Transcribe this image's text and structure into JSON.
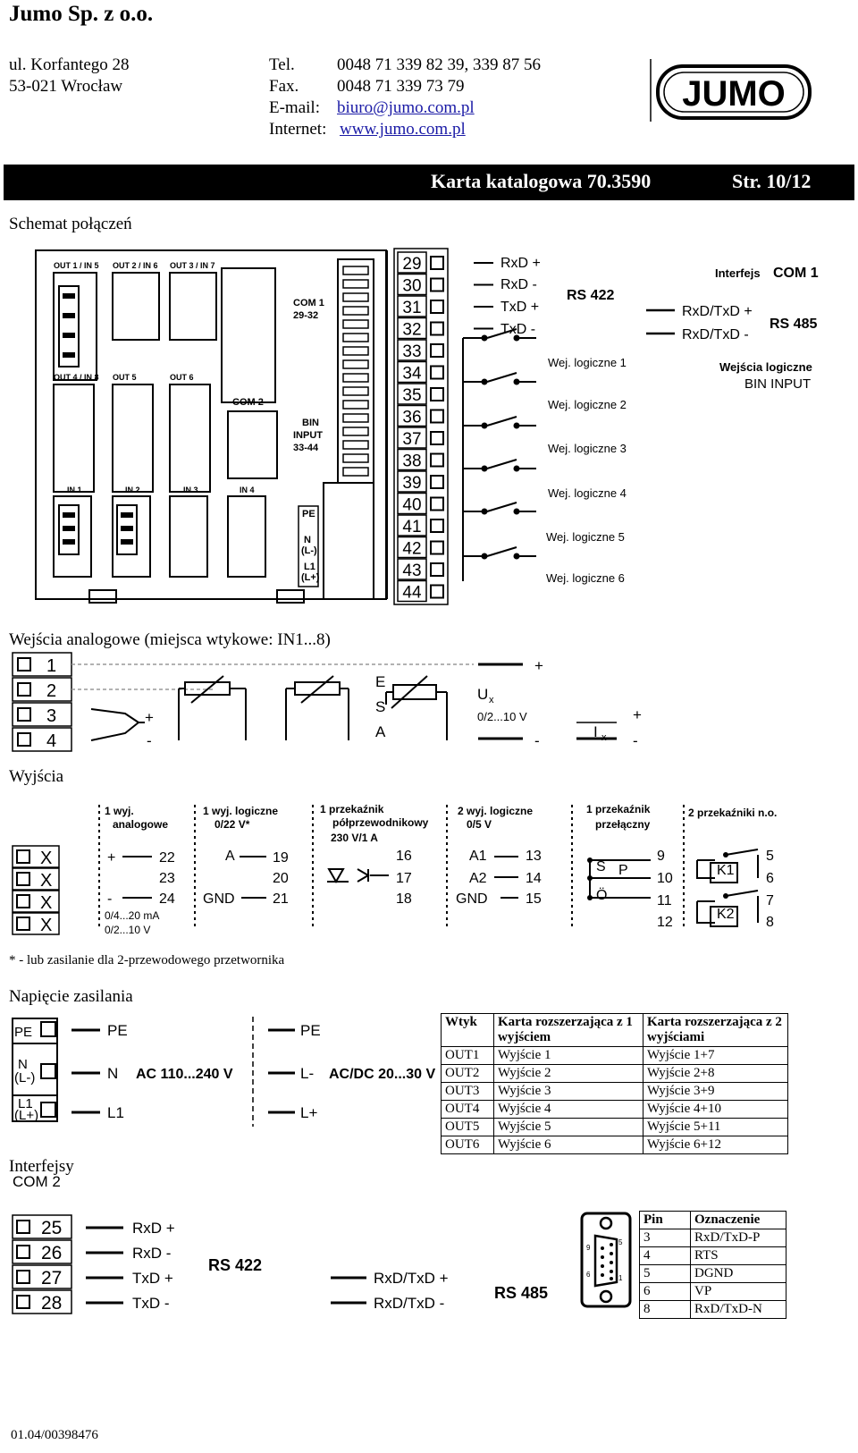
{
  "header": {
    "company": "Jumo Sp. z o.o.",
    "street": "ul. Korfantego 28",
    "city": "53-021 Wrocław",
    "tel_label": "Tel.",
    "tel": "0048 71 339 82 39, 339 87 56",
    "fax_label": "Fax.",
    "fax": "0048 71 339 73 79",
    "email_label": "E-mail:",
    "email": "biuro@jumo.com.pl",
    "web_label": "Internet:",
    "web": "www.jumo.com.pl",
    "logo": "JUMO"
  },
  "bar": {
    "sheet": "Karta katalogowa 70.3590",
    "page": "Str. 10/12"
  },
  "sections": {
    "schema": "Schemat połączeń",
    "analog": "Wejścia analogowe (miejsca wtykowe: IN1...8)",
    "outputs": "Wyjścia",
    "note": "* - lub zasilanie dla 2-przewodowego przetwornika",
    "power": "Napięcie zasilania",
    "interfaces": "Interfejsy",
    "com2": "COM 2"
  },
  "board": {
    "slots_top": [
      "OUT 1 / IN 5",
      "OUT 2 / IN 6",
      "OUT 3 / IN 7"
    ],
    "slots_mid": [
      "OUT 4 / IN 8",
      "OUT 5",
      "OUT 6"
    ],
    "slots_bot": [
      "IN 1",
      "IN 2",
      "IN 3",
      "IN 4"
    ],
    "com1": "COM 1",
    "com1_range": "29-32",
    "com2": "COM 2",
    "bin1": "BIN",
    "bin2": "INPUT",
    "bin3": "33-44",
    "pe": "PE",
    "n": "N",
    "ln": "(L-)",
    "l1": "L1",
    "lp": "(L+)"
  },
  "terminals": [
    "29",
    "30",
    "31",
    "32",
    "33",
    "34",
    "35",
    "36",
    "37",
    "38",
    "39",
    "40",
    "41",
    "42",
    "43",
    "44"
  ],
  "com1_signals": [
    "RxD +",
    "RxD -",
    "TxD +",
    "TxD -"
  ],
  "rs422": "RS 422",
  "rs485": "RS 485",
  "interfejs_com1": "Interfejs",
  "com1_bold": "COM 1",
  "rs485_signals": [
    "RxD/TxD +",
    "RxD/TxD -"
  ],
  "bin_title1": "Wejścia logiczne",
  "bin_title2": "BIN INPUT",
  "logic_inputs": [
    "Wej. logiczne 1",
    "Wej. logiczne 2",
    "Wej. logiczne 3",
    "Wej. logiczne 4",
    "Wej. logiczne 5",
    "Wej. logiczne 6"
  ],
  "analog_inputs": {
    "terms": [
      "1",
      "2",
      "3",
      "4"
    ],
    "plus": "+",
    "minus": "-",
    "e": "E",
    "s": "S",
    "a": "A",
    "ux": "U",
    "ux_sub": "x",
    "ux_range": "0/2...10 V",
    "ix": "I",
    "ix_sub": "x"
  },
  "outputs": {
    "x": "X",
    "g1": [
      "1 wyj.",
      "analogowe"
    ],
    "g1_pins": [
      "22",
      "23",
      "24"
    ],
    "g1_range": [
      "0/4...20 mA",
      "0/2...10 V"
    ],
    "g2": [
      "1 wyj. logiczne",
      "0/22 V*"
    ],
    "g2_pins": [
      "19",
      "20",
      "21"
    ],
    "g2_a": "A",
    "g2_gnd": "GND",
    "g3": [
      "1 przekaźnik",
      "półprzewodnikowy",
      "230 V/1 A"
    ],
    "g3_pins": [
      "16",
      "17",
      "18"
    ],
    "g4": [
      "2 wyj. logiczne",
      "0/5 V"
    ],
    "g4_pins": [
      "13",
      "14",
      "15"
    ],
    "g4_labels": [
      "A1",
      "A2",
      "GND"
    ],
    "g5": [
      "1 przekaźnik",
      "przełączny"
    ],
    "g5_pins": [
      "9",
      "10",
      "11",
      "12"
    ],
    "g5_s": "S",
    "g5_p": "P",
    "g5_o": "Ö",
    "g6": "2 przekaźniki n.o.",
    "g6_pins": [
      "5",
      "6",
      "7",
      "8"
    ],
    "k1": "K1",
    "k2": "K2"
  },
  "power": {
    "pe": "PE",
    "n": "N",
    "ln": "(L-)",
    "l1": "L1",
    "lp": "(L+)",
    "ac_labels": [
      "PE",
      "N",
      "L1"
    ],
    "ac": "AC 110...240 V",
    "dc_labels": [
      "PE",
      "L-",
      "L+"
    ],
    "dc": "AC/DC 20...30 V"
  },
  "table1": {
    "headers": [
      "Wtyk",
      "Karta rozszerzająca z 1 wyjściem",
      "Karta rozszerzająca z 2 wyjściami"
    ],
    "rows": [
      [
        "OUT1",
        "Wyjście 1",
        "Wyjście 1+7"
      ],
      [
        "OUT2",
        "Wyjście 2",
        "Wyjście 2+8"
      ],
      [
        "OUT3",
        "Wyjście 3",
        "Wyjście 3+9"
      ],
      [
        "OUT4",
        "Wyjście 4",
        "Wyjście 4+10"
      ],
      [
        "OUT5",
        "Wyjście 5",
        "Wyjście 5+11"
      ],
      [
        "OUT6",
        "Wyjście 6",
        "Wyjście 6+12"
      ]
    ]
  },
  "com2": {
    "terms": [
      "25",
      "26",
      "27",
      "28"
    ],
    "signals": [
      "RxD +",
      "RxD -",
      "TxD +",
      "TxD -"
    ],
    "rs422": "RS 422",
    "rs485_signals": [
      "RxD/TxD +",
      "RxD/TxD -"
    ],
    "rs485": "RS 485",
    "dsub_pins": [
      "5",
      "1",
      "9",
      "6"
    ]
  },
  "table2": {
    "headers": [
      "Pin",
      "Oznaczenie"
    ],
    "rows": [
      [
        "3",
        "RxD/TxD-P"
      ],
      [
        "4",
        "RTS"
      ],
      [
        "5",
        "DGND"
      ],
      [
        "6",
        "VP"
      ],
      [
        "8",
        "RxD/TxD-N"
      ]
    ]
  },
  "footer": "01.04/00398476"
}
